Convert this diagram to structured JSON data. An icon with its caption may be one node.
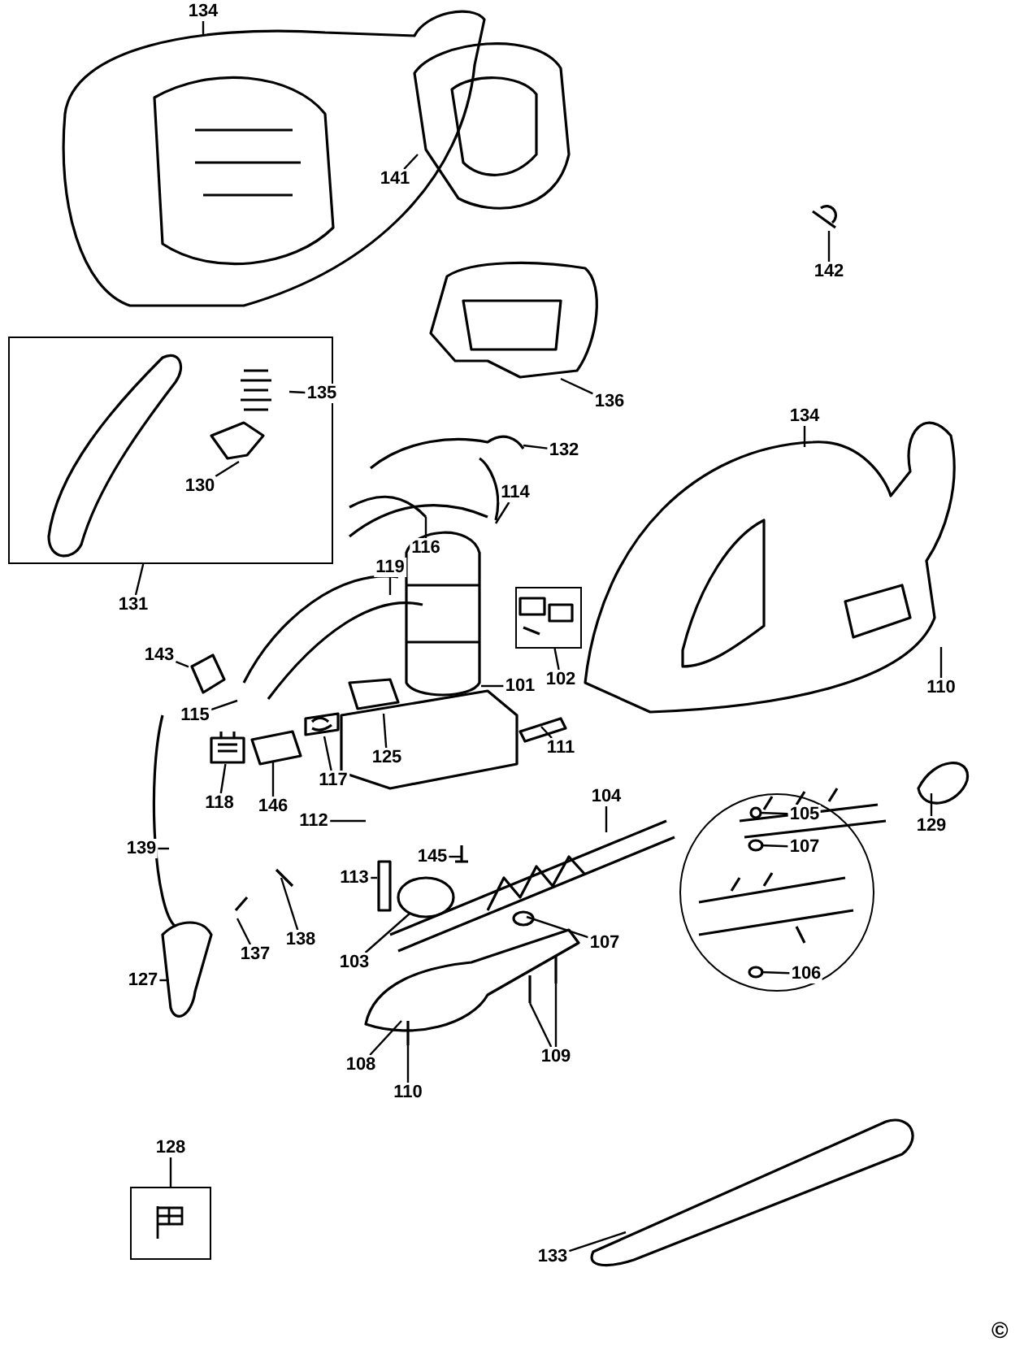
{
  "diagram": {
    "nodes": [
      {
        "text": [
          "134"
        ]
      },
      {
        "text": [
          "141"
        ]
      },
      {
        "text": [
          "142"
        ]
      },
      {
        "text": [],
        "shape": "box"
      },
      {
        "text": [
          "135"
        ],
        "in": 3
      },
      {
        "text": [
          "130"
        ],
        "in": 3
      },
      {
        "text": [
          "136"
        ]
      },
      {
        "text": [
          "132"
        ]
      },
      {
        "text": [
          "134"
        ]
      },
      {
        "text": [
          "131"
        ]
      },
      {
        "text": [
          "114"
        ]
      },
      {
        "text": [
          "116"
        ]
      },
      {
        "text": [
          "119"
        ]
      },
      {
        "text": [],
        "shape": "box"
      },
      {
        "text": [
          "143"
        ]
      },
      {
        "text": [
          "101"
        ]
      },
      {
        "text": [
          "102"
        ]
      },
      {
        "text": [
          "115"
        ]
      },
      {
        "text": [
          "110"
        ]
      },
      {
        "text": [
          "125"
        ]
      },
      {
        "text": [
          "111"
        ]
      },
      {
        "text": [
          "118"
        ]
      },
      {
        "text": [
          "146"
        ]
      },
      {
        "text": [
          "117"
        ]
      },
      {
        "text": [
          "112"
        ]
      },
      {
        "text": [
          "104"
        ]
      },
      {
        "text": [
          "129"
        ]
      },
      {
        "text": [],
        "shape": "circle"
      },
      {
        "text": [
          "105"
        ],
        "in": 27
      },
      {
        "text": [
          "107"
        ],
        "in": 27
      },
      {
        "text": [
          "145"
        ]
      },
      {
        "text": [
          "139"
        ]
      },
      {
        "text": [
          "113"
        ]
      },
      {
        "text": [
          "138"
        ]
      },
      {
        "text": [
          "137"
        ]
      },
      {
        "text": [
          "103"
        ]
      },
      {
        "text": [
          "107"
        ]
      },
      {
        "text": [
          "106"
        ],
        "in": 27
      },
      {
        "text": [
          "127"
        ]
      },
      {
        "text": [
          "108"
        ]
      },
      {
        "text": [
          "109"
        ]
      },
      {
        "text": [
          "110"
        ]
      },
      {
        "text": [
          "128"
        ]
      },
      {
        "text": [],
        "shape": "box"
      },
      {
        "text": [
          "133"
        ]
      },
      {
        "text": [],
        "shape": "picture"
      },
      {
        "text": [],
        "shape": "picture"
      },
      {
        "text": [],
        "shape": "picture"
      }
    ],
    "edges": [
      {
        "from": 0,
        "to": null,
        "arrow": "none"
      },
      {
        "from": 1,
        "to": null,
        "arrow": "none"
      },
      {
        "from": 2,
        "to": null,
        "arrow": "none"
      },
      {
        "from": 4,
        "to": null,
        "arrow": "none"
      },
      {
        "from": 5,
        "to": null,
        "arrow": "none"
      },
      {
        "from": 6,
        "to": null,
        "arrow": "none"
      },
      {
        "from": 7,
        "to": null,
        "arrow": "none"
      },
      {
        "from": 8,
        "to": null,
        "arrow": "none"
      },
      {
        "from": 9,
        "to": 3,
        "arrow": "none"
      },
      {
        "from": 10,
        "to": null,
        "arrow": "none"
      },
      {
        "from": 11,
        "to": null,
        "arrow": "none"
      },
      {
        "from": 12,
        "to": null,
        "arrow": "none"
      },
      {
        "from": 14,
        "to": 45,
        "arrow": "none"
      },
      {
        "from": 15,
        "to": null,
        "arrow": "none"
      },
      {
        "from": 16,
        "to": 13,
        "arrow": "none"
      },
      {
        "from": 17,
        "to": null,
        "arrow": "none"
      },
      {
        "from": 18,
        "to": null,
        "arrow": "none"
      },
      {
        "from": 19,
        "to": null,
        "arrow": "none"
      },
      {
        "from": 20,
        "to": null,
        "arrow": "none"
      },
      {
        "from": 21,
        "to": 46,
        "arrow": "none"
      },
      {
        "from": 22,
        "to": null,
        "arrow": "none"
      },
      {
        "from": 23,
        "to": 47,
        "arrow": "none"
      },
      {
        "from": 24,
        "to": null,
        "arrow": "none"
      },
      {
        "from": 25,
        "to": null,
        "arrow": "none"
      },
      {
        "from": 26,
        "to": null,
        "arrow": "none"
      },
      {
        "from": 28,
        "to": null,
        "arrow": "none"
      },
      {
        "from": 29,
        "to": null,
        "arrow": "none"
      },
      {
        "from": 30,
        "to": null,
        "arrow": "none"
      },
      {
        "from": 31,
        "to": null,
        "arrow": "none"
      },
      {
        "from": 32,
        "to": null,
        "arrow": "none"
      },
      {
        "from": 33,
        "to": null,
        "arrow": "none"
      },
      {
        "from": 34,
        "to": null,
        "arrow": "none"
      },
      {
        "from": 35,
        "to": null,
        "arrow": "none"
      },
      {
        "from": 36,
        "to": null,
        "arrow": "none"
      },
      {
        "from": 37,
        "to": null,
        "arrow": "none"
      },
      {
        "from": 38,
        "to": null,
        "arrow": "none"
      },
      {
        "from": 39,
        "to": null,
        "arrow": "none"
      },
      {
        "from": 40,
        "to": null,
        "arrow": "none"
      },
      {
        "from": 40,
        "to": null,
        "arrow": "none"
      },
      {
        "from": 41,
        "to": null,
        "arrow": "none"
      },
      {
        "from": 42,
        "to": 43,
        "arrow": "none"
      },
      {
        "from": 44,
        "to": null,
        "arrow": "none"
      }
    ],
    "labels": [
      "©"
    ]
  }
}
